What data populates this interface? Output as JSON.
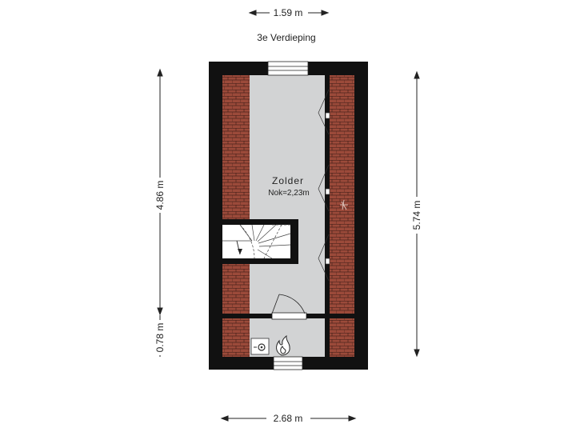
{
  "floor_label": "3e Verdieping",
  "room": {
    "name": "Zolder",
    "ridge_height": "Nok=2,23m"
  },
  "dimensions": {
    "top_width": "1.59 m",
    "bottom_width": "2.68 m",
    "left_upper": "4.86 m",
    "left_lower": "0.78 m",
    "right_total": "5.74 m"
  },
  "colors": {
    "wall": "#111111",
    "roof_tile": "#9b4a3a",
    "tile_line": "#3a1a14",
    "floor": "#d2d3d4",
    "line": "#222222"
  }
}
